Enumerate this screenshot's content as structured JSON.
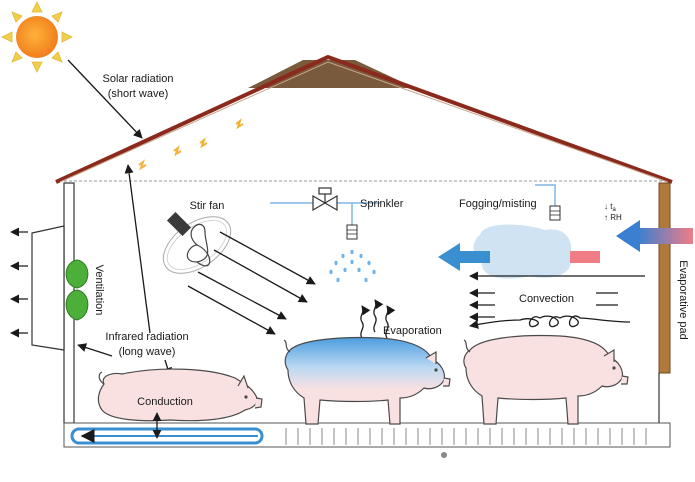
{
  "labels": {
    "solar_line1": "Solar radiation",
    "solar_line2": "(short wave)",
    "stir_fan": "Stir fan",
    "sprinkler": "Sprinkler",
    "fogging": "Fogging/misting",
    "ta": "↓ t",
    "ta_sub": "a",
    "rh": "↑ RH",
    "ventilation": "Ventilation",
    "infrared_line1": "Infrared radiation",
    "infrared_line2": "(long wave)",
    "evaporation": "Evaporation",
    "convection": "Convection",
    "conduction": "Conduction",
    "evaporative_pad": "Evaporative pad"
  },
  "colors": {
    "roof_outline": "#8b2a1c",
    "roof_gable": "#7a5a3c",
    "sun": "#f3a12a",
    "sun_rays": "#f2cf4a",
    "fan_blades": "#4caf3a",
    "cool_air": "#3a8fd0",
    "warm_air": "#f07d86",
    "fog_cloud": "#cfe3f3",
    "evap_pad": "#b07a3c",
    "pig_fill": "#f9e1e1"
  }
}
